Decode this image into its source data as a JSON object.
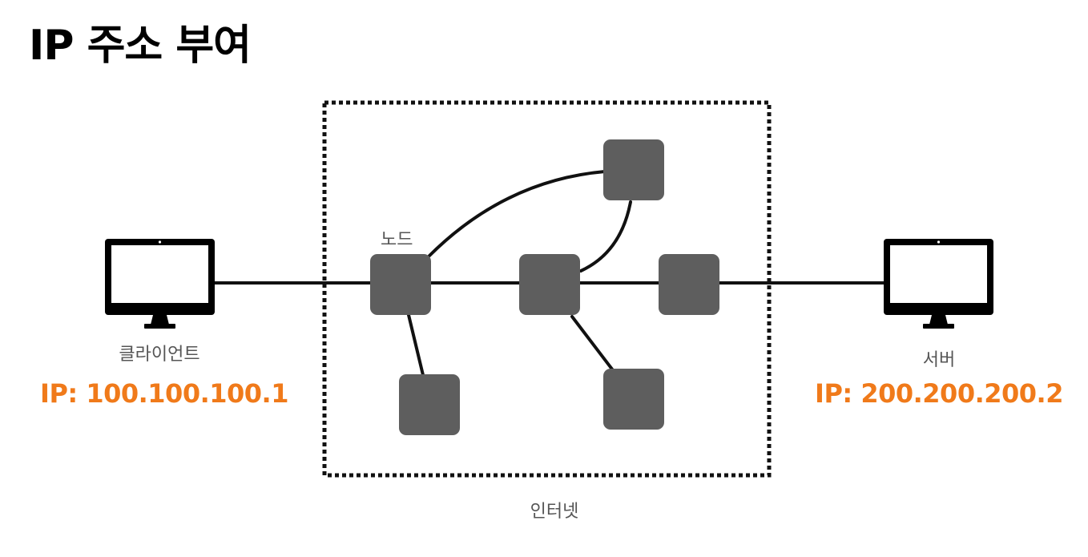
{
  "title": "IP 주소 부여",
  "client": {
    "label": "클라이언트",
    "ip": "IP: 100.100.100.1"
  },
  "server": {
    "label": "서버",
    "ip": "IP: 200.200.200.2"
  },
  "internet": {
    "label": "인터넷",
    "node_label": "노드"
  },
  "colors": {
    "ip_text": "#f07a1a",
    "node_fill": "#5e5e5e",
    "line": "#111111",
    "caption": "#555555"
  },
  "icons": {
    "client": "monitor-icon",
    "server": "monitor-icon"
  }
}
